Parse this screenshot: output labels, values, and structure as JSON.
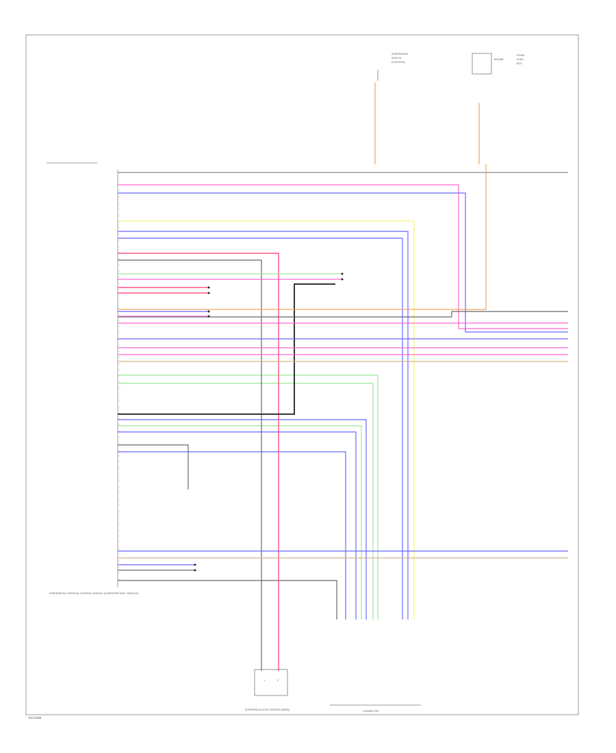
{
  "diagram": {
    "page_ref": "ECC2188",
    "module_label": "SUSPENSION / VERTICAL CONTROL MODULE (COMPUTER UNIT / MODULE)",
    "bottom_connector_label": "CONNECTOR",
    "bottom_component_label": "SUSPENSION LEVEL SENSOR (REAR)",
    "top_component_1_label": "ENGINE ROOM (FUSE BOX)",
    "top_component_2_label": "SUSPENSION SWITCH",
    "wire_colors": {
      "orange": "#f4a460",
      "pink": "#ff66cc",
      "blue": "#6666ff",
      "yellow": "#f5f57a",
      "green": "#99e699",
      "red": "#ff3366",
      "gray": "#666666",
      "dark": "#333333",
      "tan": "#d2b48c"
    }
  }
}
